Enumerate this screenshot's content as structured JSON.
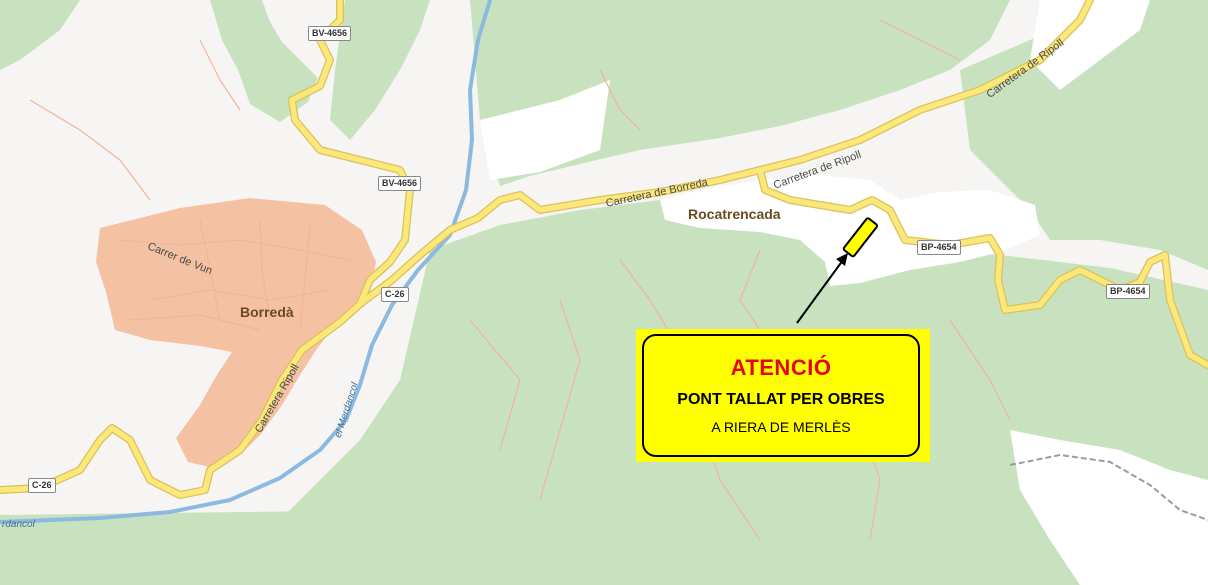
{
  "map": {
    "colors": {
      "forest": "#c8e2bf",
      "town": "#f4c2a3",
      "primary_road": "#fbe77a",
      "river": "#8cb9e0",
      "warning_fill": "#ffff00",
      "warning_title": "#e30613"
    },
    "road_labels": [
      "BV-4656",
      "BV-4656",
      "C-26",
      "C-26",
      "BP-4654",
      "BP-4654"
    ],
    "places": [
      "Borredà",
      "Rocatrencada"
    ],
    "street_labels": [
      "Carrer de Vun",
      "Carretera Ripoll",
      "Carretera de Borreda",
      "Carretera de Ripoll",
      "Carretera de Ripoll"
    ],
    "river_labels": [
      "el Merdancol",
      "rdancol"
    ],
    "warning": {
      "title": "ATENCIÓ",
      "line1": "PONT TALLAT PER OBRES",
      "line2": "A RIERA DE MERLÈS"
    },
    "arrow_icon": "arrow-up-right-icon",
    "marker_icon": "bridge-closure-marker-icon"
  }
}
